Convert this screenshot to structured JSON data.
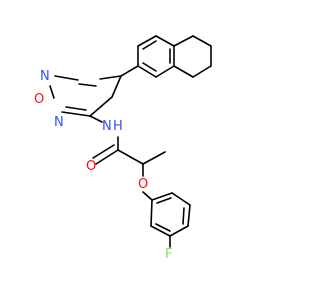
{
  "molecule": {
    "atoms": {
      "o_ring": "O",
      "n_top": "N",
      "n_bottom": "N",
      "nh": "N",
      "h": "H",
      "o_carbonyl": "O",
      "o_ether": "O",
      "f": "F"
    },
    "colors": {
      "bond": "#000000",
      "oxygen": "#ff0d0d",
      "nitrogen": "#3050f8",
      "fluorine": "#90e050"
    }
  }
}
